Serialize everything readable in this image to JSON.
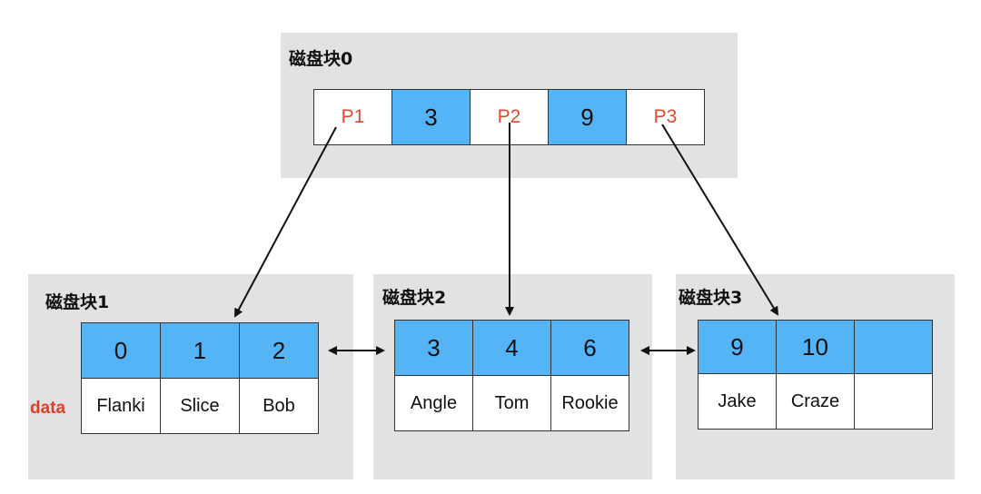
{
  "blocks": {
    "b0": {
      "title": "磁盘块0",
      "pointers": [
        "P1",
        "P2",
        "P3"
      ],
      "keys": [
        "3",
        "9"
      ]
    },
    "b1": {
      "title": "磁盘块1",
      "keys": [
        "0",
        "1",
        "2"
      ],
      "values": [
        "Flanki",
        "Slice",
        "Bob"
      ]
    },
    "b2": {
      "title": "磁盘块2",
      "keys": [
        "3",
        "4",
        "6"
      ],
      "values": [
        "Angle",
        "Tom",
        "Rookie"
      ]
    },
    "b3": {
      "title": "磁盘块3",
      "keys": [
        "9",
        "10",
        ""
      ],
      "values": [
        "Jake",
        "Craze",
        ""
      ]
    }
  },
  "data_label": "data",
  "colors": {
    "key_fill": "#55b4f5",
    "pointer_text": "#e24a2f",
    "block_bg": "#e3e2e3",
    "data_label": "#d9412b"
  },
  "edges": [
    {
      "from": "P1",
      "to": "磁盘块1"
    },
    {
      "from": "P2",
      "to": "磁盘块2"
    },
    {
      "from": "P3",
      "to": "磁盘块3"
    },
    {
      "from": "磁盘块1",
      "to": "磁盘块2",
      "bidirectional": true
    },
    {
      "from": "磁盘块2",
      "to": "磁盘块3",
      "bidirectional": true
    }
  ]
}
